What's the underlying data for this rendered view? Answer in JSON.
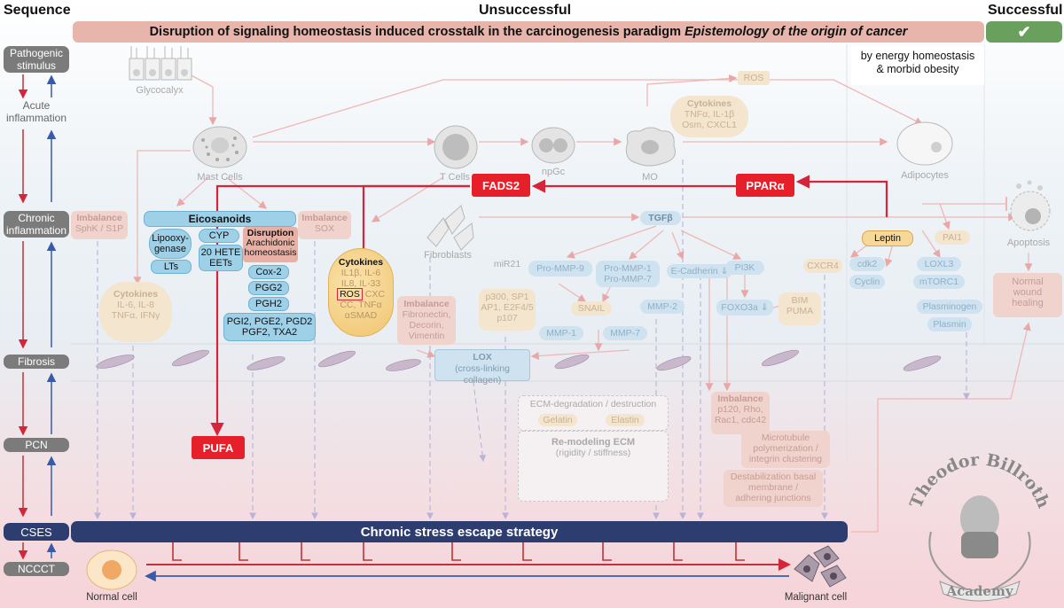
{
  "header": {
    "sequence": "Sequence",
    "unsuccessful": "Unsuccessful",
    "successful": "Successful",
    "banner_main": "Disruption of signaling homeostasis induced crosstalk in the carcinogenesis paradigm ",
    "banner_italic": "Epistemology of the origin of cancer",
    "check": "✔",
    "energy_note_1": "by energy homeostasis",
    "energy_note_2": "& morbid obesity"
  },
  "sequence_steps": {
    "pathogenic": "Pathogenic stimulus",
    "acute": "Acute inflammation",
    "chronic": "Chronic inflammation",
    "fibrosis": "Fibrosis",
    "pcn": "PCN",
    "cses": "CSES",
    "nccct": "NCCCT"
  },
  "cells": {
    "glycocalyx": "Glycocalyx",
    "mast": "Mast Cells",
    "tcells": "T Cells",
    "npgc": "npGc",
    "mo": "MO",
    "adipocytes": "Adipocytes",
    "fibroblasts": "Fibroblasts",
    "apoptosis": "Apoptosis",
    "normal_cell": "Normal cell",
    "malignant_cell": "Malignant cell"
  },
  "key_boxes": {
    "fads2": "FADS2",
    "ppara": "PPARα",
    "pufa": "PUFA"
  },
  "eicosanoids": {
    "title": "Eicosanoids",
    "lipoxygenase": "Lipooxy-\ngenase",
    "cyp": "CYP",
    "lts": "LTs",
    "hete": "20 HETE\nEETs",
    "disruption_title": "Disruption",
    "disruption_text": "Arachidonic\nhomeostasis",
    "cox2": "Cox-2",
    "pgg2": "PGG2",
    "pgh2": "PGH2",
    "pgi2": "PGI2, PGE2, PGD2\nPGF2, TXA2"
  },
  "cytokines_main": {
    "title": "Cytokines",
    "line1": "IL1β, IL-6",
    "line2": "IL8, IL-33",
    "ros": "ROS",
    "cxc": "CXC",
    "line4": "CC, TNFα",
    "line5": "αSMAD"
  },
  "cytokines_top": {
    "title": "Cytokines",
    "text": "TNFα, IL-1β\nOsm, CXCL1"
  },
  "cytokines_left": {
    "title": "Cytokines",
    "text": "IL-6, IL-8\nTNFα, IFNγ"
  },
  "imbalances": {
    "sphk_title": "Imbalance",
    "sphk_text": "SphK / S1P",
    "sox_title": "Imbalance",
    "sox_text": "SOX",
    "ecm_title": "Imbalance",
    "ecm_text": "Fibronectin,\nDecorin,\nVimentin",
    "rho_title": "Imbalance",
    "rho_text": "p120, Rho,\nRac1, cdc42"
  },
  "nodes": {
    "ros_top": "ROS",
    "tgfb": "TGFβ",
    "mir21": "miR21",
    "p300": "p300, SP1\nAP1, E2F4/5\np107",
    "pro_mmp9": "Pro-MMP-9",
    "pro_mmp17": "Pro-MMP-1\nPro-MMP-7",
    "snail": "SNAIL",
    "mmp1": "MMP-1",
    "mmp7": "MMP-7",
    "mmp2": "MMP-2",
    "ecadherin": "E-Cadherin ⇓",
    "pi3k": "PI3K",
    "foxo3a": "FOXO3a ⇓",
    "bim": "BIM\nPUMA",
    "cxcr4": "CXCR4",
    "leptin": "Leptin",
    "cdk2": "cdk2",
    "cyclin": "Cyclin",
    "loxl3": "LOXL3",
    "mtorc1": "mTORC1",
    "pai1": "PAI1",
    "plasminogen": "Plasminogen",
    "plasmin": "Plasmin",
    "normal_wound": "Normal\nwound\nhealing",
    "lox_title": "LOX",
    "lox_text": "(cross-linking collagen)",
    "ecm_degradation": "ECM-degradation / destruction",
    "gelatin": "Gelatin",
    "elastin": "Elastin",
    "remodeling_title": "Re-modeling ECM",
    "remodeling_text": "(rigidity / stiffness)",
    "microtubule": "Microtubule\npolymerization /\nintegrin clustering",
    "destabilization": "Destabilization basal\nmembrane /\nadhering junctions"
  },
  "cses_bar": "Chronic stress escape strategy",
  "logo": {
    "name": "Theodor Billroth",
    "academy": "Academy"
  },
  "colors": {
    "red": "#e5202a",
    "navy": "#2e3d70",
    "blue_pill": "#9ed1e8",
    "green": "#6aa05d",
    "banner": "#e7b5ac"
  }
}
